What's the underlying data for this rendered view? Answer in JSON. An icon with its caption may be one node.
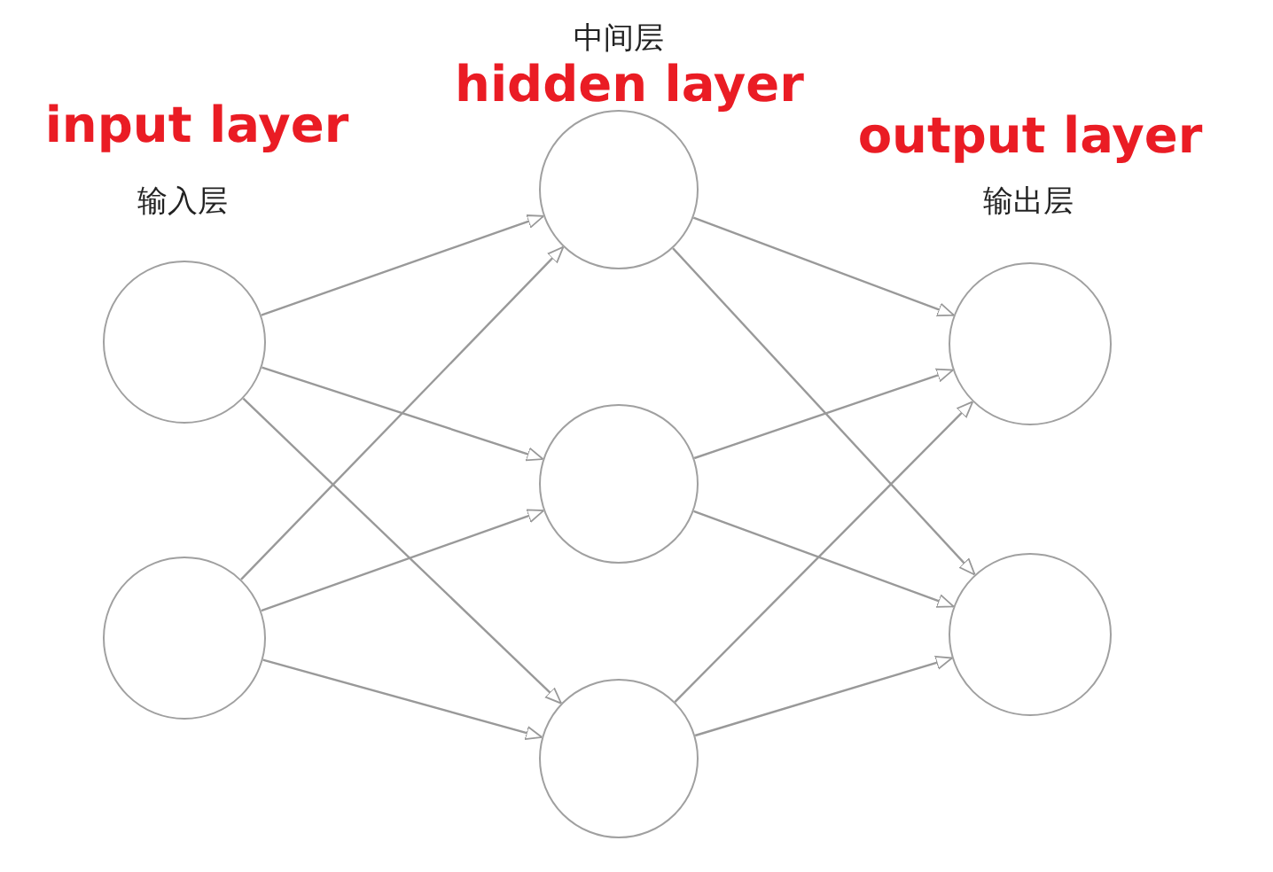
{
  "diagram": {
    "nodes": [
      {
        "text": [],
        "shape": "circle"
      },
      {
        "text": [],
        "shape": "circle"
      },
      {
        "text": [],
        "shape": "circle"
      },
      {
        "text": [],
        "shape": "circle"
      },
      {
        "text": [],
        "shape": "circle"
      },
      {
        "text": [],
        "shape": "circle"
      },
      {
        "text": [],
        "shape": "circle"
      }
    ],
    "edges": [
      {
        "from": 0,
        "to": 2,
        "arrow": "to"
      },
      {
        "from": 0,
        "to": 3,
        "arrow": "to"
      },
      {
        "from": 0,
        "to": 4,
        "arrow": "to"
      },
      {
        "from": 1,
        "to": 2,
        "arrow": "to"
      },
      {
        "from": 1,
        "to": 3,
        "arrow": "to"
      },
      {
        "from": 1,
        "to": 4,
        "arrow": "to"
      },
      {
        "from": 2,
        "to": 5,
        "arrow": "to"
      },
      {
        "from": 2,
        "to": 6,
        "arrow": "to"
      },
      {
        "from": 3,
        "to": 5,
        "arrow": "to"
      },
      {
        "from": 3,
        "to": 6,
        "arrow": "to"
      },
      {
        "from": 4,
        "to": 5,
        "arrow": "to"
      },
      {
        "from": 4,
        "to": 6,
        "arrow": "to"
      }
    ],
    "labels": [
      "中间层",
      "hidden layer",
      "input layer",
      "output layer",
      "输入层",
      "输出层"
    ]
  }
}
